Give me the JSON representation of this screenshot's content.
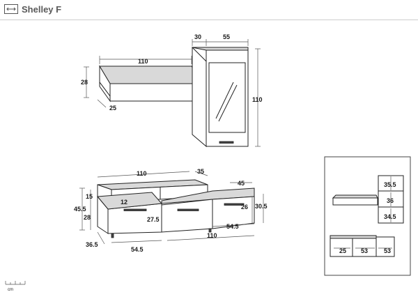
{
  "header": {
    "title": "Shelley F",
    "logo_icon": "width-arrow-icon"
  },
  "scale_unit": "cm",
  "wall_shelf": {
    "width": "110",
    "height": "28",
    "depth": "25"
  },
  "wall_cabinet": {
    "depth": "30",
    "width": "55",
    "height": "110"
  },
  "tv_unit": {
    "top_width": "110",
    "top_depth": "35",
    "side_depth": "45",
    "top_shelf_height": "15",
    "open_shelf_height": "12",
    "total_height": "45.5",
    "drawer_height": "28",
    "inner_drawer_height": "27.5",
    "right_drawer_height": "26",
    "right_height": "30.5",
    "foot_depth": "36.5",
    "left_width": "54.5",
    "bottom_width": "110",
    "right_width": "54.5"
  },
  "config_inset": {
    "cabinet_section_1": "35.5",
    "cabinet_section_2": "36",
    "cabinet_section_3": "34.5",
    "bottom_left": "25",
    "bottom_mid": "53",
    "bottom_right": "53"
  },
  "colors": {
    "line": "#222222",
    "shade": "#d9d9d9",
    "title": "#5a5a5a"
  }
}
